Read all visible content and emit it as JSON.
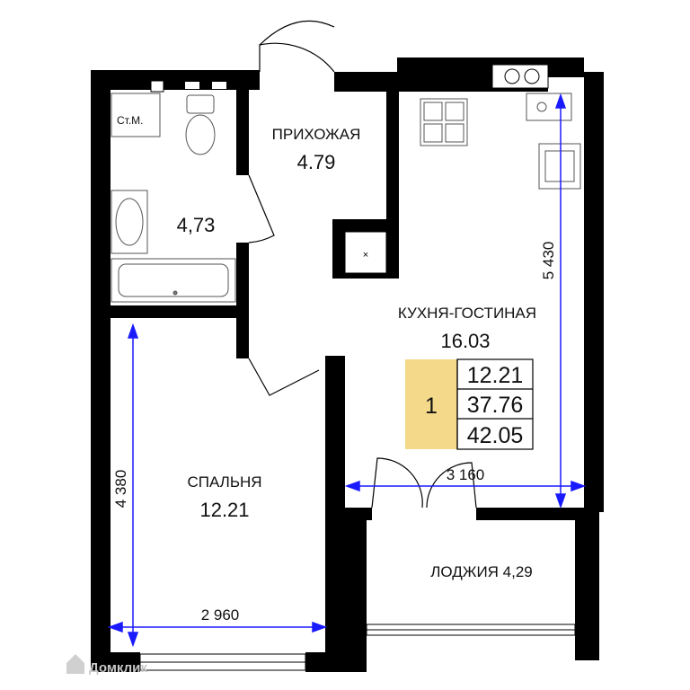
{
  "rooms": {
    "hallway": {
      "name": "ПРИХОЖАЯ",
      "area": "4.79"
    },
    "bathroom": {
      "name": "",
      "area": "4,73",
      "washer_label": "Ст.М."
    },
    "kitchen_living": {
      "name": "КУХНЯ-ГОСТИНАЯ",
      "area": "16.03"
    },
    "bedroom": {
      "name": "СПАЛЬНЯ",
      "area": "12.21"
    },
    "loggia": {
      "name": "ЛОДЖИЯ 4,29"
    }
  },
  "dimensions": {
    "bedroom_height": "4 380",
    "bedroom_width": "2 960",
    "kitchen_height": "5 430",
    "kitchen_width": "3 160"
  },
  "summary": {
    "rooms_count": "1",
    "living_area": "12.21",
    "total_area": "37.76",
    "total_with_loggia": "42.05",
    "highlight_color": "#f5d98a"
  },
  "colors": {
    "wall": "#000000",
    "dimension_line": "#1a1aff"
  },
  "watermark": {
    "text": "Домклик"
  }
}
